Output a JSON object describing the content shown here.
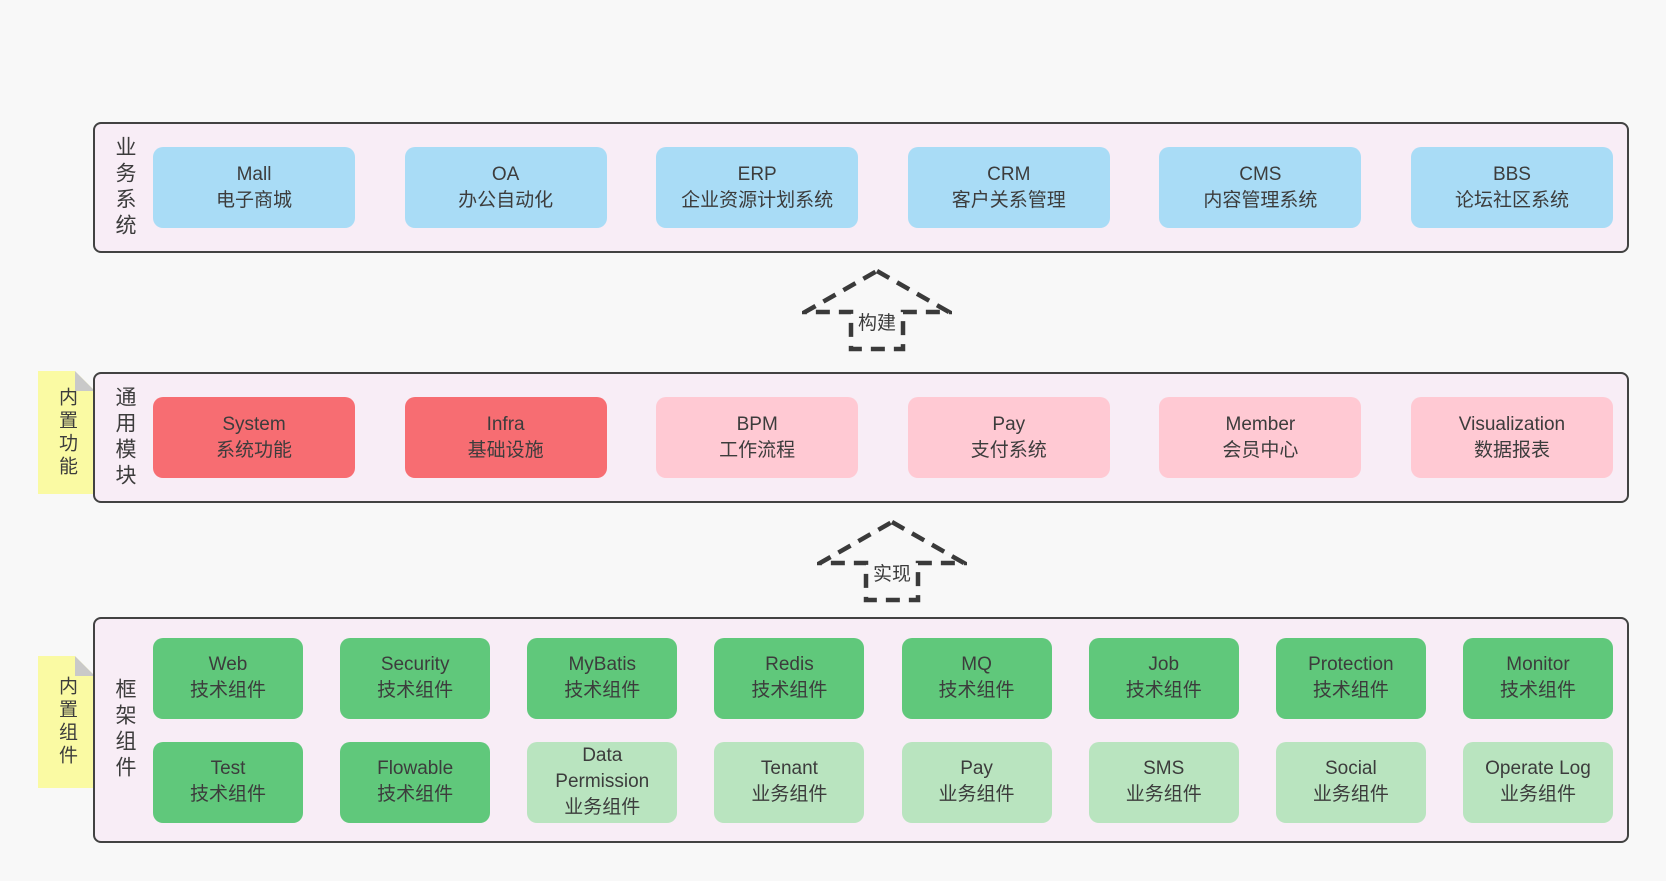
{
  "colors": {
    "page_bg": "#f8f8f8",
    "section_bg": "#f8edf6",
    "section_border": "#424242",
    "blue_box": "#a9dcf6",
    "red_box": "#f76d72",
    "pink_box": "#ffc9d3",
    "green_box": "#60c87b",
    "light_green_box": "#b9e4bf",
    "tab_yellow": "#fafaa3",
    "tab_fold_gray": "#c9c9c9",
    "arrow_dash": "#3a3a3a",
    "text": "#3c3c3c"
  },
  "arrows": [
    {
      "label": "构建"
    },
    {
      "label": "实现"
    }
  ],
  "sections": [
    {
      "label": "业务系统",
      "boxes": [
        {
          "title": "Mall",
          "subtitle": "电子商城"
        },
        {
          "title": "OA",
          "subtitle": "办公自动化"
        },
        {
          "title": "ERP",
          "subtitle": "企业资源计划系统"
        },
        {
          "title": "CRM",
          "subtitle": "客户关系管理"
        },
        {
          "title": "CMS",
          "subtitle": "内容管理系统"
        },
        {
          "title": "BBS",
          "subtitle": "论坛社区系统"
        }
      ]
    },
    {
      "label": "通用模块",
      "tab": "内置功能",
      "boxes": [
        {
          "title": "System",
          "subtitle": "系统功能"
        },
        {
          "title": "Infra",
          "subtitle": "基础设施"
        },
        {
          "title": "BPM",
          "subtitle": "工作流程"
        },
        {
          "title": "Pay",
          "subtitle": "支付系统"
        },
        {
          "title": "Member",
          "subtitle": "会员中心"
        },
        {
          "title": "Visualization",
          "subtitle": "数据报表"
        }
      ]
    },
    {
      "label": "框架组件",
      "tab": "内置组件",
      "row1": [
        {
          "title": "Web",
          "subtitle": "技术组件"
        },
        {
          "title": "Security",
          "subtitle": "技术组件"
        },
        {
          "title": "MyBatis",
          "subtitle": "技术组件"
        },
        {
          "title": "Redis",
          "subtitle": "技术组件"
        },
        {
          "title": "MQ",
          "subtitle": "技术组件"
        },
        {
          "title": "Job",
          "subtitle": "技术组件"
        },
        {
          "title": "Protection",
          "subtitle": "技术组件"
        },
        {
          "title": "Monitor",
          "subtitle": "技术组件"
        }
      ],
      "row2": [
        {
          "title": "Test",
          "subtitle": "技术组件"
        },
        {
          "title": "Flowable",
          "subtitle": "技术组件"
        },
        {
          "title": "Data Permission",
          "subtitle": "业务组件"
        },
        {
          "title": "Tenant",
          "subtitle": "业务组件"
        },
        {
          "title": "Pay",
          "subtitle": "业务组件"
        },
        {
          "title": "SMS",
          "subtitle": "业务组件"
        },
        {
          "title": "Social",
          "subtitle": "业务组件"
        },
        {
          "title": "Operate Log",
          "subtitle": "业务组件"
        }
      ]
    }
  ]
}
